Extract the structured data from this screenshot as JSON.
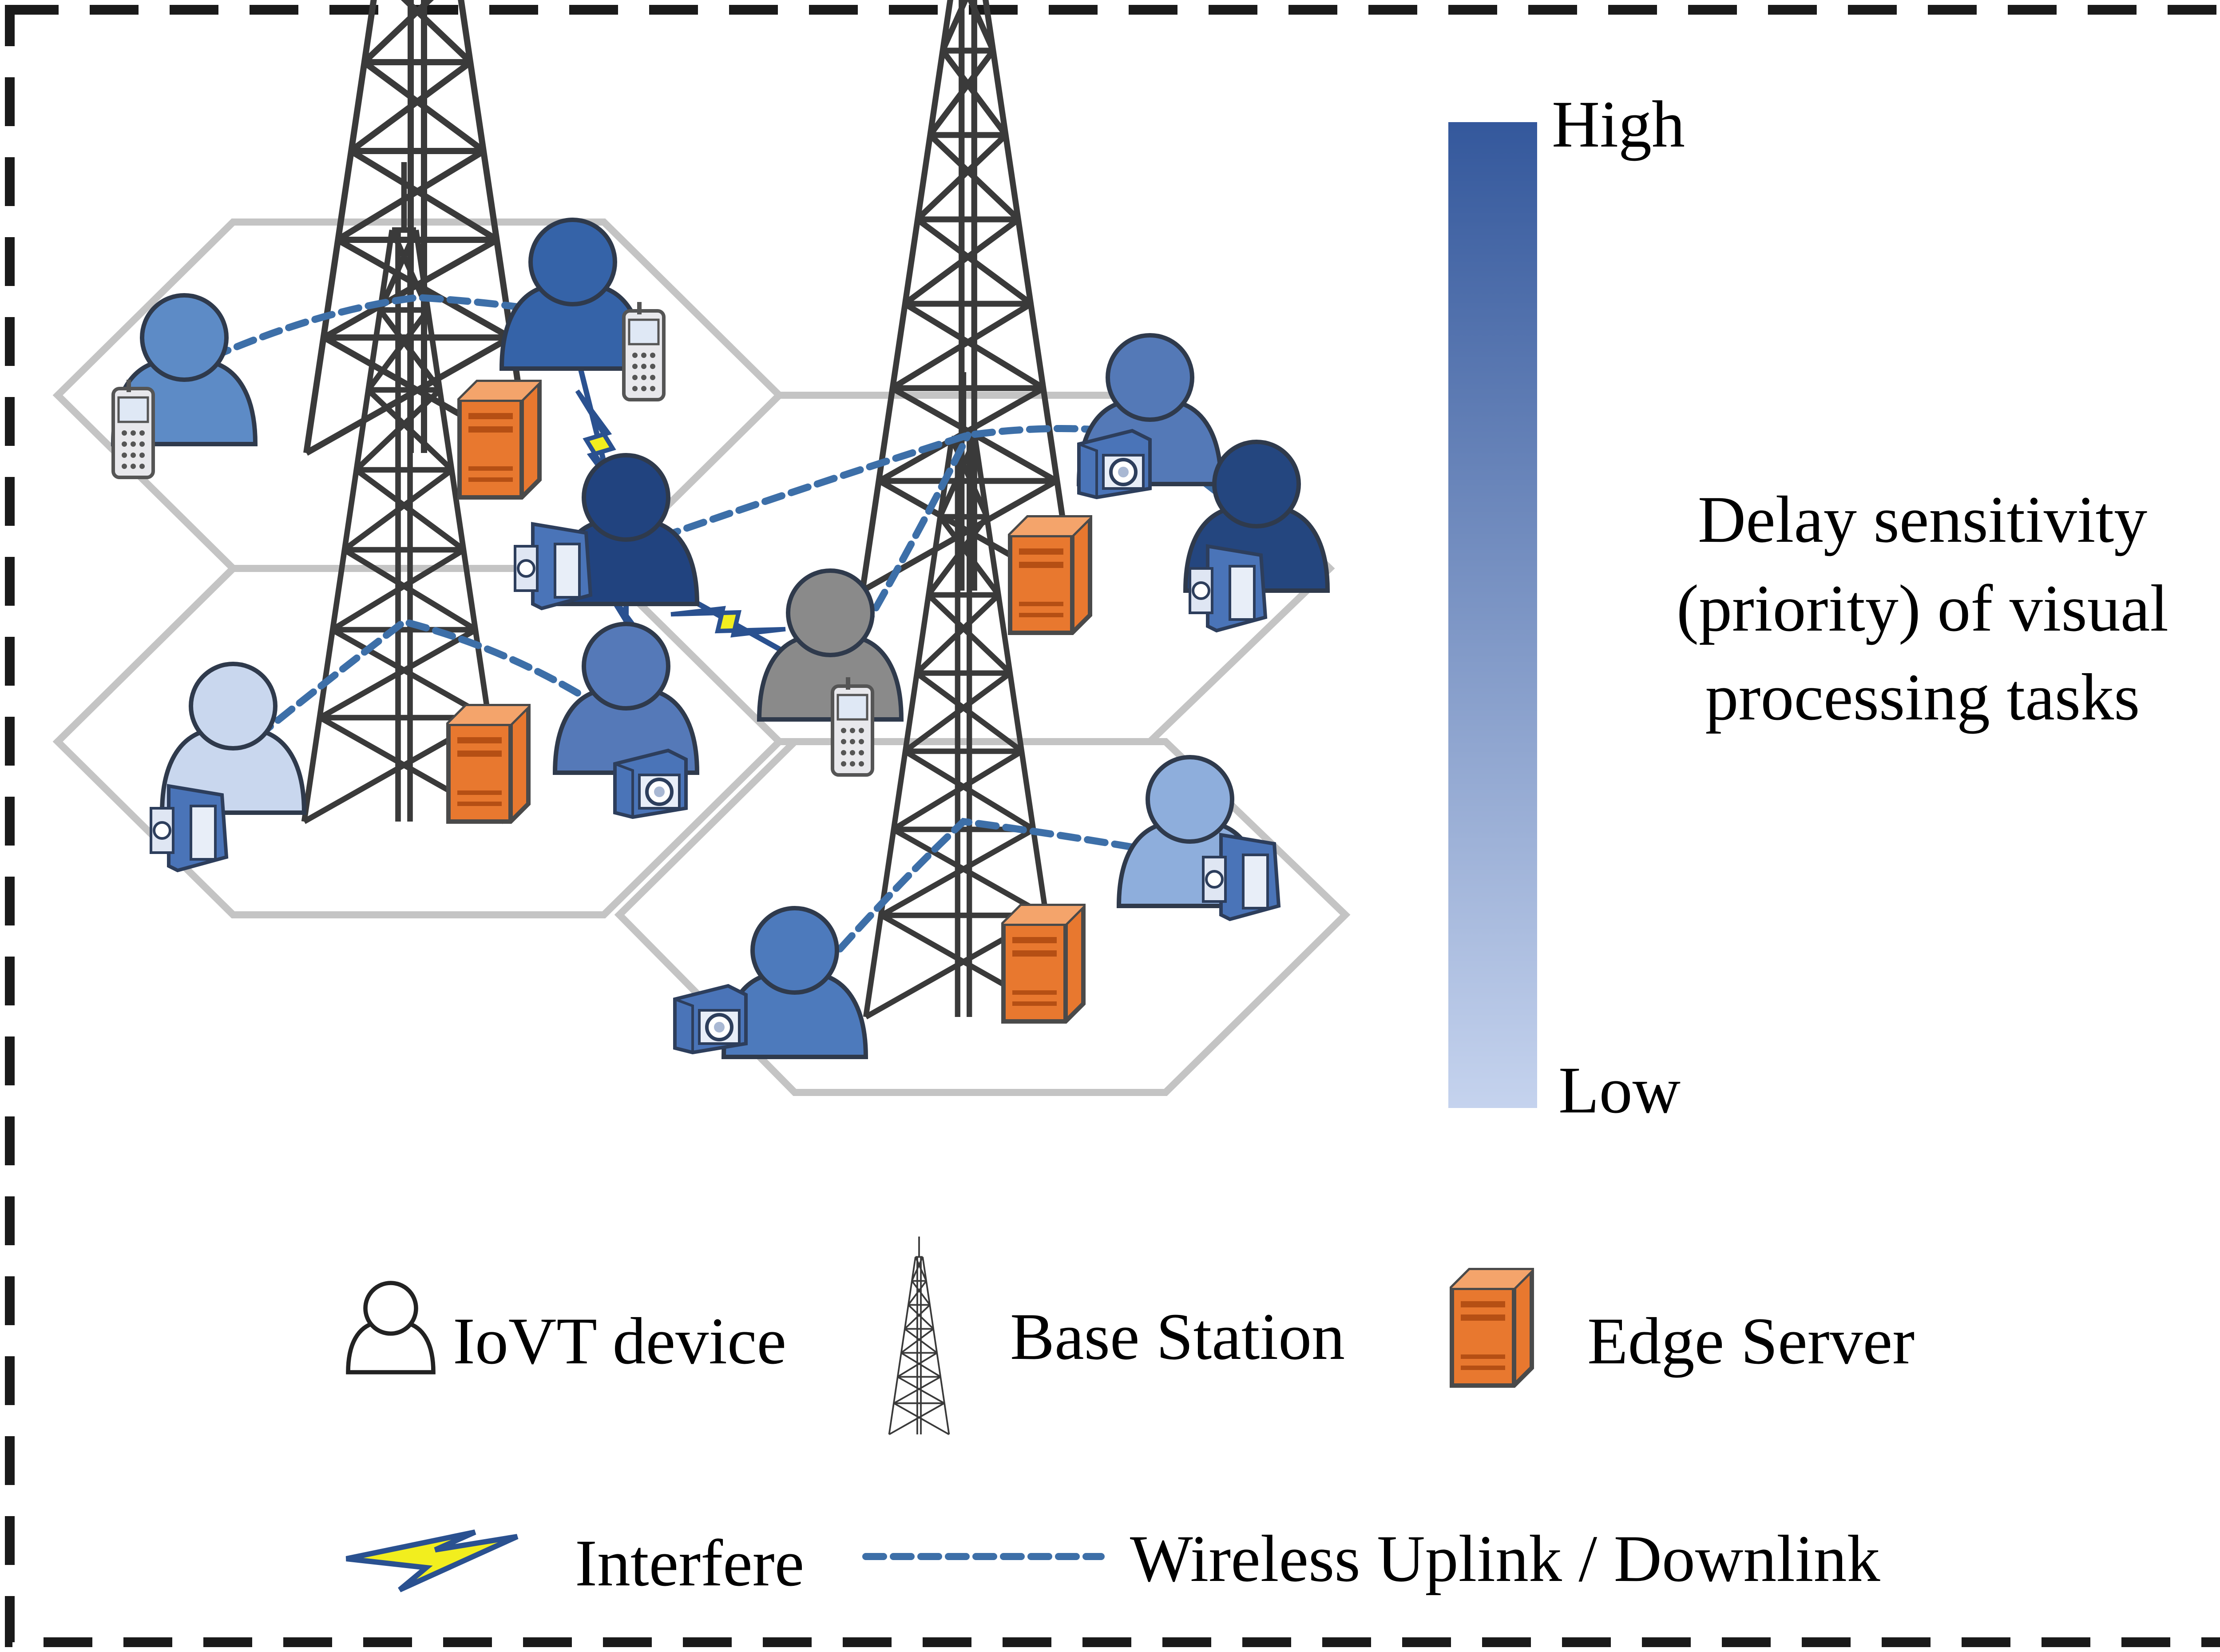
{
  "scale": {
    "high_label": "High",
    "low_label": "Low",
    "description_lines": [
      "Delay sensitivity",
      "(priority) of visual",
      "processing tasks"
    ],
    "color_high": "#34589c",
    "color_low": "#c5d3ee"
  },
  "legend": {
    "iovt_device": "IoVT device",
    "base_station": "Base Station",
    "edge_server": "Edge Server",
    "interfere": "Interfere",
    "wireless_link": "Wireless Uplink / Downlink"
  },
  "colors": {
    "link": "#3d6fa8",
    "interfere_fill": "#f2ee1e",
    "interfere_stroke": "#2a5190",
    "server": "#e8782f",
    "tower": "#3a3a3a",
    "cell_border": "#c4c4c4",
    "device_gray": "#8a8a8a"
  },
  "icons": {
    "device": "person-icon",
    "tower": "tower-icon",
    "server": "server-icon",
    "phone": "phone-icon",
    "camera": "camera-icon",
    "camcorder": "camcorder-icon"
  }
}
